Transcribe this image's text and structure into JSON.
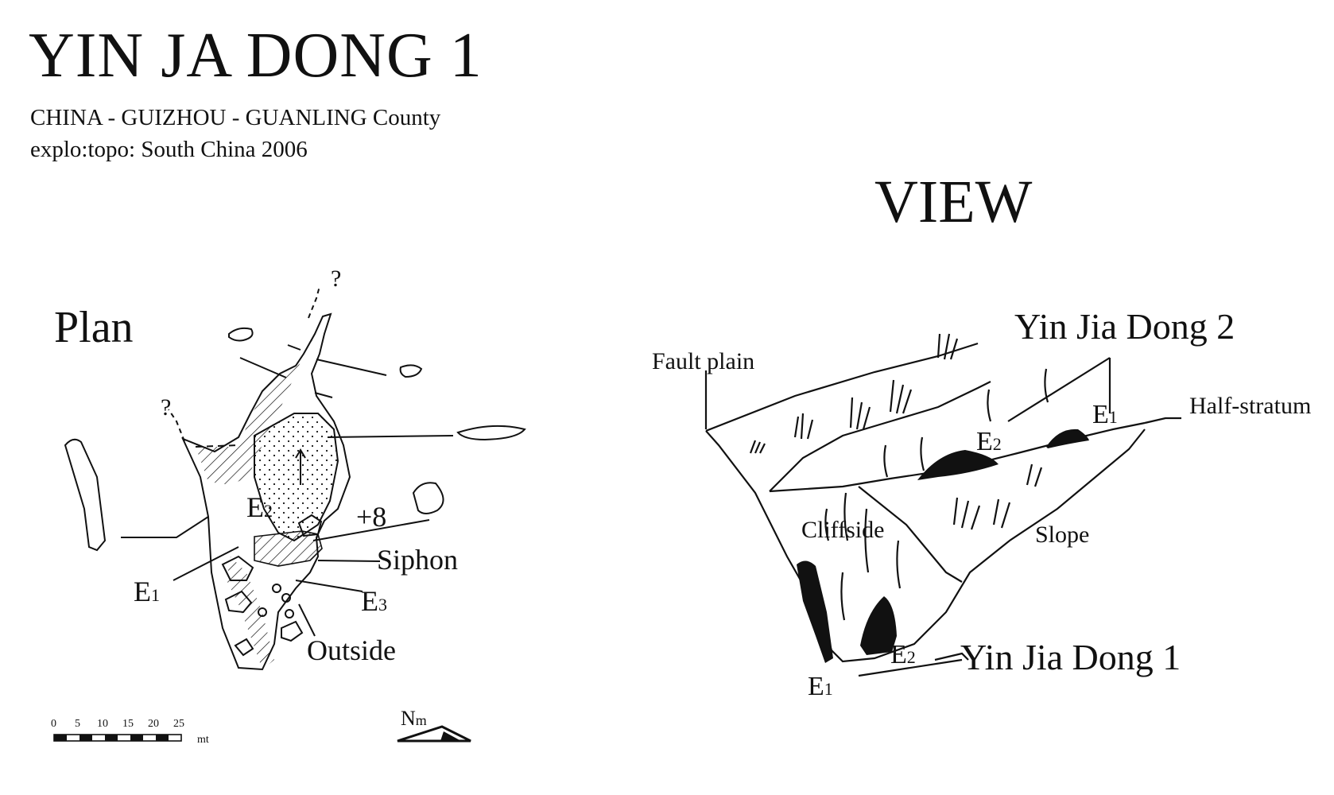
{
  "header": {
    "title": "YIN JA DONG 1",
    "location": "CHINA - GUIZHOU - GUANLING County",
    "credits": "explo:topo: South China 2006"
  },
  "plan": {
    "title": "Plan",
    "labels": {
      "e1": "E",
      "e1_sub": "1",
      "e2": "E",
      "e2_sub": "2",
      "e3": "E",
      "e3_sub": "3",
      "depth": "+8",
      "siphon": "Siphon",
      "outside": "Outside",
      "unknown_1": "?",
      "unknown_2": "?"
    },
    "scale_bar": {
      "ticks": [
        "0",
        "5",
        "10",
        "15",
        "20",
        "25"
      ],
      "unit": "mt"
    },
    "north": {
      "label": "N",
      "label_sub": "m"
    }
  },
  "view": {
    "title": "VIEW",
    "labels": {
      "fault_plain": "Fault plain",
      "half_stratum": "Half-stratum",
      "cliffside": "Cliffside",
      "slope": "Slope",
      "cave_2": "Yin Jia Dong 2",
      "cave_1": "Yin Jia Dong 1",
      "e1_lower": "E",
      "e1_lower_sub": "1",
      "e2_lower": "E",
      "e2_lower_sub": "2",
      "e1_upper": "E",
      "e1_upper_sub": "1",
      "e2_upper": "E",
      "e2_upper_sub": "2"
    }
  },
  "colors": {
    "ink": "#111111",
    "paper": "#ffffff"
  }
}
